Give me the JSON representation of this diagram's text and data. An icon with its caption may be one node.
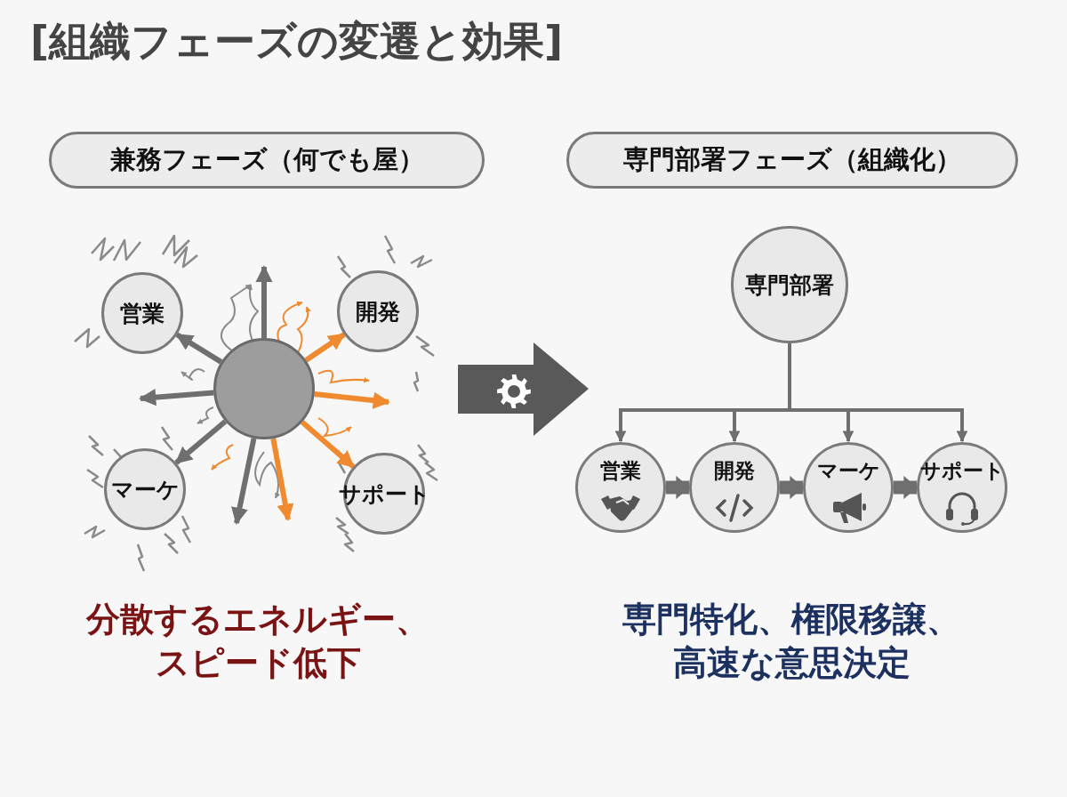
{
  "diagram": {
    "title": "[組織フェーズの変遷と効果]",
    "nodes": [
      {
        "text": [
          "兼務フェーズ（何でも屋）"
        ]
      },
      {
        "text": [
          "専門部署フェーズ（組織化）"
        ]
      },
      {
        "text": [
          "営業"
        ]
      },
      {
        "text": [
          "開発"
        ]
      },
      {
        "text": [
          "マーケ"
        ]
      },
      {
        "text": [
          "サポート"
        ]
      },
      {
        "text": [],
        "shape": "circle"
      },
      {
        "text": [
          "専門部署"
        ]
      },
      {
        "text": [
          "営業"
        ]
      },
      {
        "text": [
          "開発"
        ]
      },
      {
        "text": [
          "マーケ"
        ]
      },
      {
        "text": [
          "サポート"
        ]
      }
    ],
    "edges": [
      {
        "from": 6,
        "to": 2,
        "arrow": "to"
      },
      {
        "from": 6,
        "to": 3,
        "arrow": "to",
        "color": "#ef8a2f"
      },
      {
        "from": 6,
        "to": 4,
        "arrow": "to"
      },
      {
        "from": 6,
        "to": 5,
        "arrow": "to",
        "color": "#ef8a2f"
      },
      {
        "from": 6,
        "to": null,
        "arrow": "to"
      },
      {
        "from": 6,
        "to": null,
        "arrow": "to"
      },
      {
        "from": 6,
        "to": null,
        "arrow": "to",
        "color": "#ef8a2f"
      },
      {
        "from": 6,
        "to": null,
        "arrow": "to"
      },
      {
        "from": 6,
        "to": null,
        "arrow": "to",
        "color": "#ef8a2f"
      },
      {
        "from": 7,
        "to": 8,
        "arrow": "to"
      },
      {
        "from": 7,
        "to": 9,
        "arrow": "to"
      },
      {
        "from": 7,
        "to": 10,
        "arrow": "to"
      },
      {
        "from": 7,
        "to": 11,
        "arrow": "to"
      },
      {
        "from": 8,
        "to": 9,
        "arrow": "to",
        "style": "thick"
      },
      {
        "from": 9,
        "to": 10,
        "arrow": "to",
        "style": "thick"
      },
      {
        "from": 10,
        "to": 11,
        "arrow": "to",
        "style": "thick"
      }
    ],
    "labels": [
      "分散するエネルギー、スピード低下",
      "専門特化、権限移譲、高速な意思決定"
    ]
  }
}
